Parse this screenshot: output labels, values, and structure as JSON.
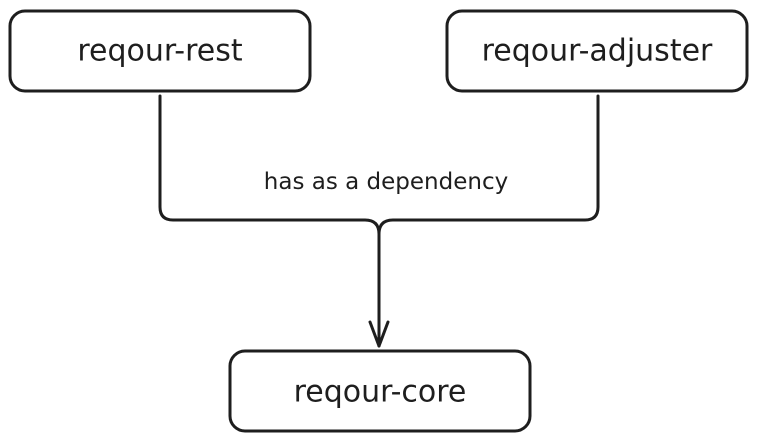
{
  "nodes": {
    "rest": {
      "label": "reqour-rest"
    },
    "adjuster": {
      "label": "reqour-adjuster"
    },
    "core": {
      "label": "reqour-core"
    }
  },
  "edge": {
    "label": "has as a dependency"
  }
}
